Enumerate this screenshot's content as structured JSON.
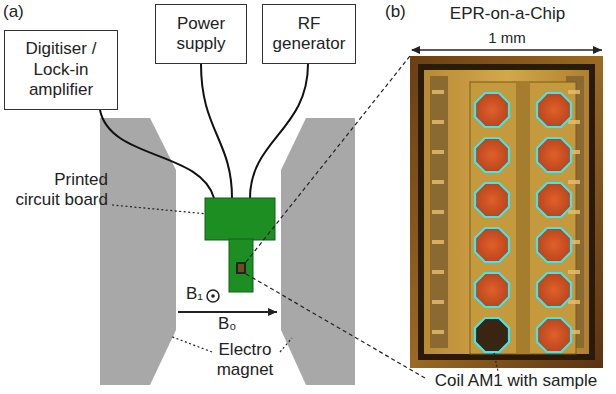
{
  "diagram": {
    "nodes": [
      {
        "text": [
          "Digitiser / Lock-in amplifier"
        ]
      },
      {
        "text": [
          "Power supply"
        ]
      },
      {
        "text": [
          "RF generator"
        ]
      }
    ],
    "labels": [
      "(a)",
      "(b)",
      "Printed circuit board",
      "B₁",
      "B₀",
      "Electro magnet",
      "EPR-on-a-Chip",
      "1 mm",
      "Coil AM1 with sample"
    ]
  }
}
